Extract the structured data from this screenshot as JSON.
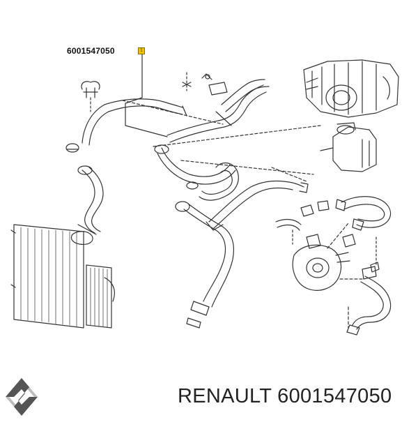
{
  "diagram": {
    "part_number_label": "6001547050",
    "callout_marker": "1"
  },
  "footer": {
    "caption": "RENAULT 6001547050"
  },
  "colors": {
    "line": "#333333",
    "marker_fill": "#f2c200",
    "logo_dark": "#555555",
    "logo_light": "#bdbdbd"
  }
}
